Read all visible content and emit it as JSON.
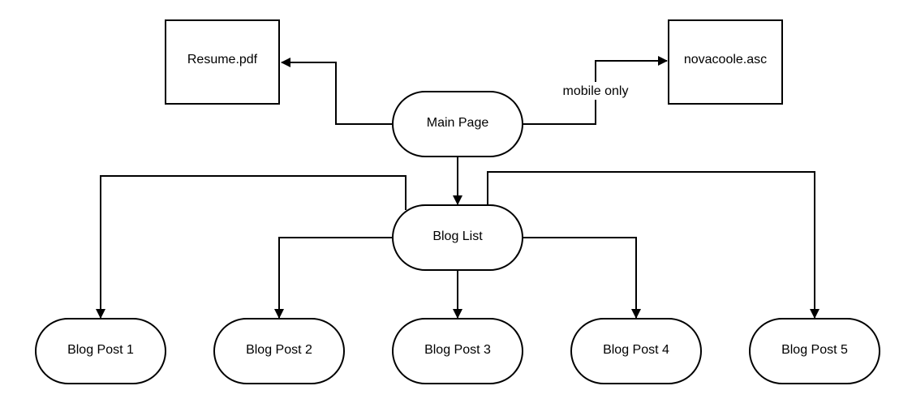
{
  "diagram": {
    "nodes": {
      "resume": {
        "label": "Resume.pdf",
        "shape": "rectangle"
      },
      "key": {
        "label": "novacoole.asc",
        "shape": "rectangle"
      },
      "main": {
        "label": "Main Page",
        "shape": "rounded"
      },
      "bloglist": {
        "label": "Blog List",
        "shape": "rounded"
      },
      "post1": {
        "label": "Blog Post 1",
        "shape": "rounded"
      },
      "post2": {
        "label": "Blog Post 2",
        "shape": "rounded"
      },
      "post3": {
        "label": "Blog Post 3",
        "shape": "rounded"
      },
      "post4": {
        "label": "Blog Post 4",
        "shape": "rounded"
      },
      "post5": {
        "label": "Blog Post 5",
        "shape": "rounded"
      }
    },
    "edges": [
      {
        "from": "main",
        "to": "resume"
      },
      {
        "from": "main",
        "to": "key",
        "label": "mobile only"
      },
      {
        "from": "main",
        "to": "bloglist"
      },
      {
        "from": "bloglist",
        "to": "post1"
      },
      {
        "from": "bloglist",
        "to": "post2"
      },
      {
        "from": "bloglist",
        "to": "post3"
      },
      {
        "from": "bloglist",
        "to": "post4"
      },
      {
        "from": "bloglist",
        "to": "post5"
      }
    ]
  }
}
